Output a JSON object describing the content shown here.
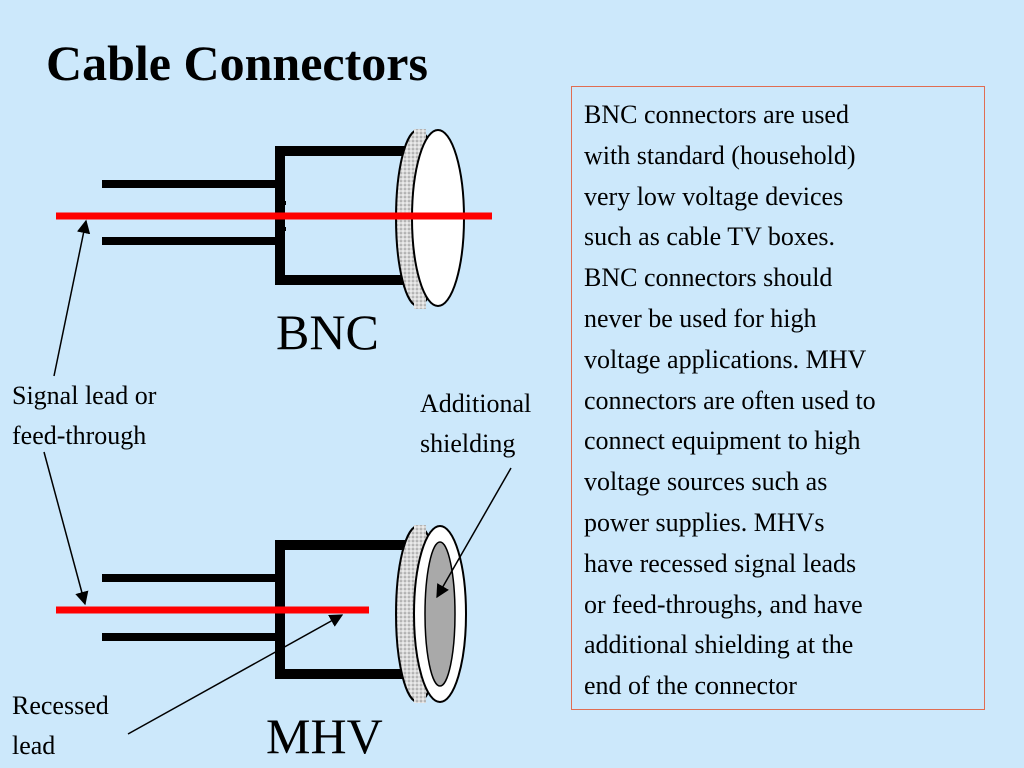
{
  "slide": {
    "title": "Cable Connectors"
  },
  "labels": {
    "bnc": "BNC",
    "mhv": "MHV",
    "signal_lead": [
      "Signal lead or",
      "feed-through"
    ],
    "additional_shielding": [
      "Additional",
      "shielding"
    ],
    "recessed_lead": [
      "Recessed",
      "lead"
    ]
  },
  "description": {
    "lines": [
      "BNC connectors are used",
      "with standard (household)",
      "very low voltage devices",
      "such as cable TV boxes.",
      "BNC connectors should",
      "never be used for high",
      "voltage applications.  MHV",
      "connectors are often used to",
      "connect equipment to high",
      "voltage sources such as",
      "power supplies.  MHVs",
      "have recessed signal leads",
      "or feed-throughs, and have",
      "additional shielding at the",
      "end of the connector"
    ]
  },
  "colors": {
    "background": "#cce8fb",
    "signal_lead": "#ff0000",
    "box_border": "#e06d52"
  },
  "icons": {
    "bnc": "bnc-connector-icon",
    "mhv": "mhv-connector-icon"
  }
}
